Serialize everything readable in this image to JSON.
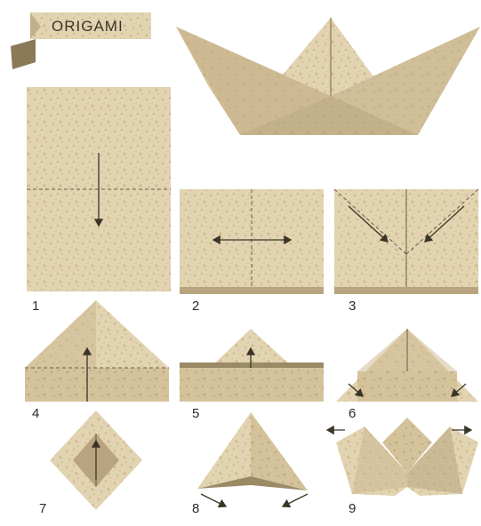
{
  "title": "ORIGAMI",
  "steps": [
    {
      "number": "1"
    },
    {
      "number": "2"
    },
    {
      "number": "3"
    },
    {
      "number": "4"
    },
    {
      "number": "5"
    },
    {
      "number": "6"
    },
    {
      "number": "7"
    },
    {
      "number": "8"
    },
    {
      "number": "9"
    }
  ],
  "colors": {
    "paper_light": "#e4d6b6",
    "paper_mid": "#d6c59f",
    "paper_dark": "#b8a57f",
    "paper_shadow": "#9a8a66",
    "line": "#3a3528"
  }
}
